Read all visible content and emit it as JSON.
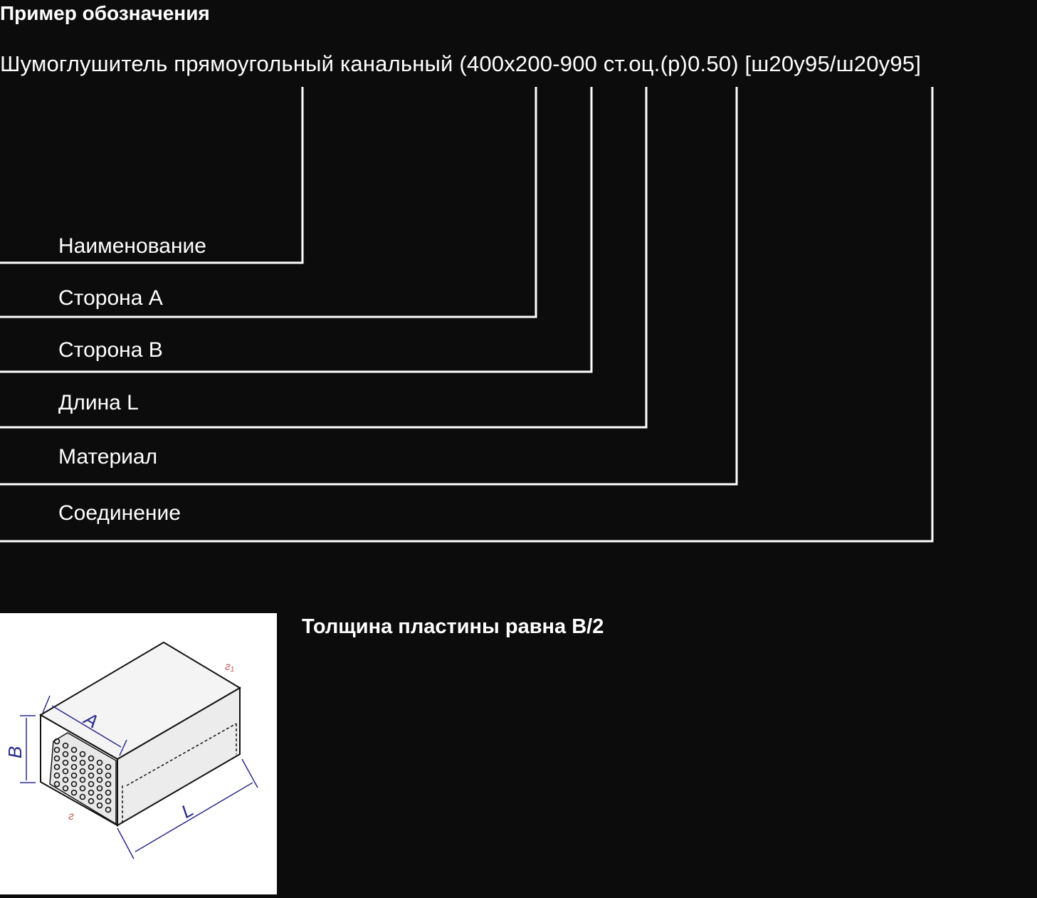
{
  "title": "Пример обозначения",
  "designation": "Шумоглушитель прямоугольный канальный (400х200-900 ст.оц.(р)0.50) [ш20у95/ш20у95]",
  "labels": [
    "Наименование",
    "Сторона А",
    "Сторона В",
    "Длина L",
    "Материал",
    "Соединение"
  ],
  "figure": {
    "dim_a": "A",
    "dim_b": "B",
    "dim_l": "L",
    "face_1": "Г",
    "face_2": "Г1"
  },
  "note": "Толщина пластины равна B/2"
}
